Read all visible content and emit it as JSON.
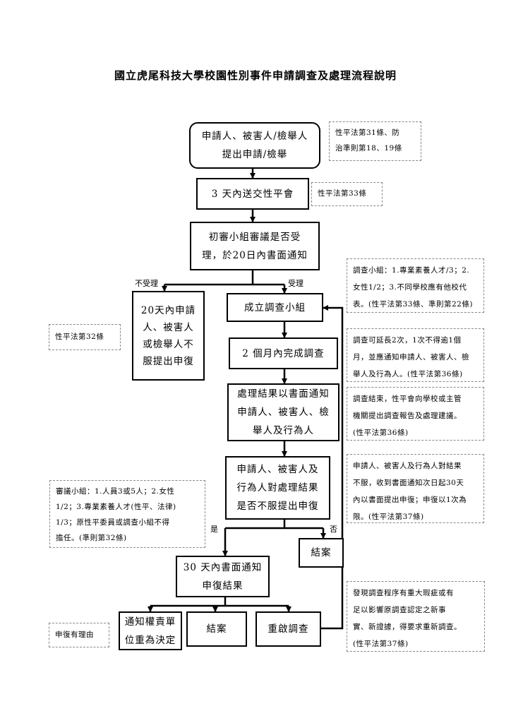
{
  "title": "國立虎尾科技大學校園性別事件申請調查及處理流程說明",
  "boxes": {
    "start": "申請人、被害人/檢舉人\n提出申請/檢舉",
    "send": "3 天內送交性平會",
    "review": "初審小組審議是否受\n理，於20日內書面通知",
    "reject": "20天內申請\n人、被害人\n或檢舉人不\n服提出申復",
    "form_team": "成立調查小組",
    "investigate": "2 個月內完成調查",
    "notify_result": "處理結果以書面通知\n申請人、被害人、檢\n舉人及行為人",
    "appeal_question": "申請人、被害人及\n行為人對處理結果\n是否不服提出申復",
    "close_no": "結案",
    "appeal_result": "30 天內書面通知\n申復結果",
    "notify_auth": "通知權責單\n位重為決定",
    "close_final": "結案",
    "reopen": "重啟調查"
  },
  "labels": {
    "not_accepted": "不受理",
    "accepted": "受理",
    "yes": "是",
    "no": "否"
  },
  "notes": {
    "n1": "性平法第31條、防\n治準則第18、19條",
    "n2": "性平法第33條",
    "n3": "調查小組：1.專業素養人才/3；2.\n女性1/2；3.不同學校應有他校代\n表。(性平法第33條、準則第22條)",
    "n4": "性平法第32條",
    "n5": "調查可延長2次，1次不得逾1個\n月，並應通知申請人、被害人、檢\n舉人及行為人。(性平法第36條)",
    "n6": "調查結束，性平會向學校或主管\n機關提出調查報告及處理建議。\n(性平法第36條)",
    "n7": "申請人、被害人及行為人對結果\n不服，收到書面通知次日起30天\n內以書面提出申復；申復以1次為\n限。(性平法第37條)",
    "n8": "審議小組：1.人員3或5人；2.女性\n1/2；3.專業素養人才(性平、法律)\n1/3；原性平委員或調查小組不得\n擔任。(準則第32條)",
    "n9": "發現調查程序有重大瑕疵或有\n足以影響原調查認定之新事\n實、新證據，得要求重新調查。\n(性平法第37條)",
    "n10": "申復有理由"
  }
}
